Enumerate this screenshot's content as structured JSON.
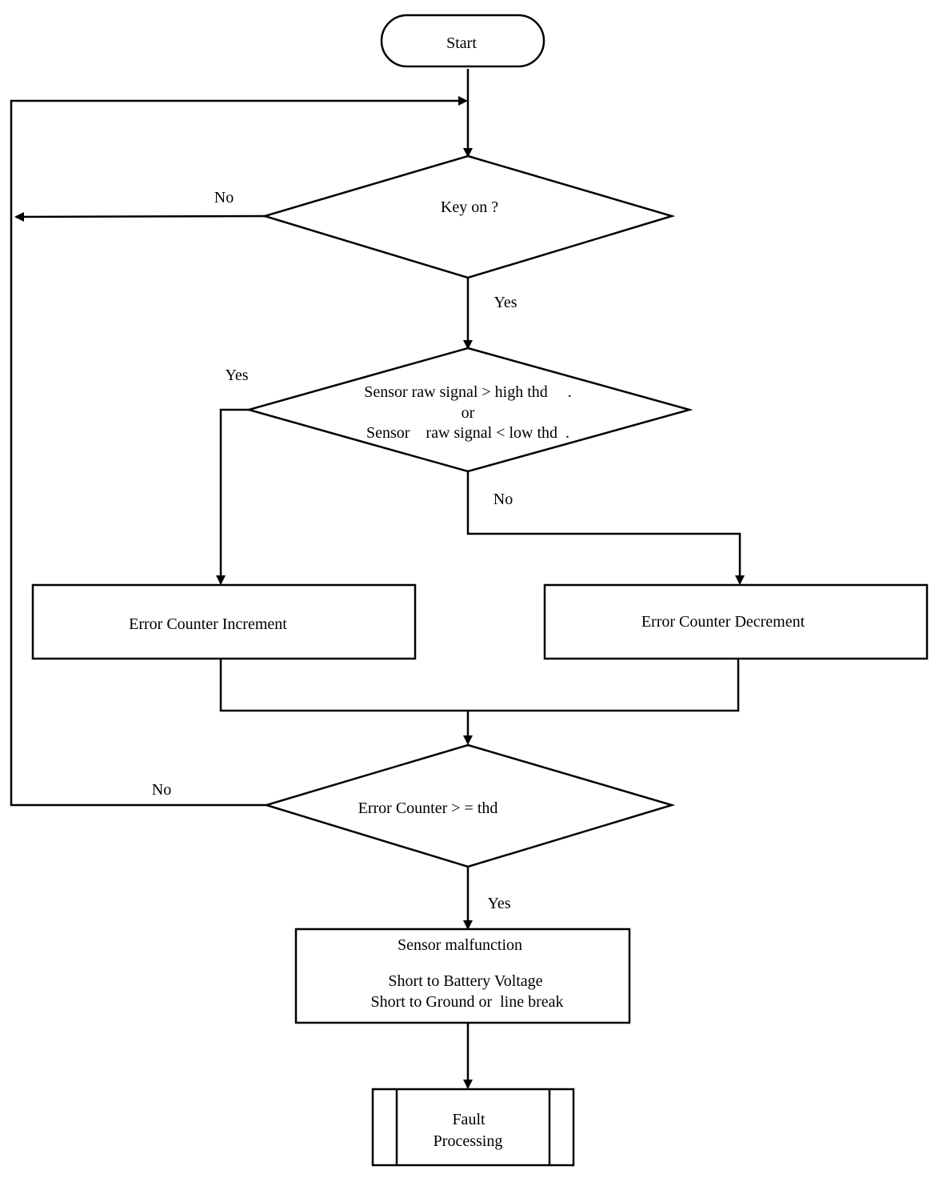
{
  "nodes": {
    "start": "Start",
    "key_on": "Key on ?",
    "signal_check": {
      "line1": "Sensor raw signal > high thd     .",
      "line2": "or",
      "line3": "Sensor    raw signal < low thd  ."
    },
    "increment": "Error Counter Increment",
    "decrement": "Error Counter Decrement",
    "counter_check": "Error Counter > = thd",
    "malfunction": {
      "title": "Sensor malfunction",
      "line1": "Short to Battery Voltage",
      "line2": "Short to Ground or  line break"
    },
    "fault": {
      "line1": "Fault",
      "line2": "Processing"
    }
  },
  "edge_labels": {
    "key_on_no": "No",
    "key_on_yes": "Yes",
    "signal_yes": "Yes",
    "signal_no": "No",
    "counter_no": "No",
    "counter_yes": "Yes"
  }
}
